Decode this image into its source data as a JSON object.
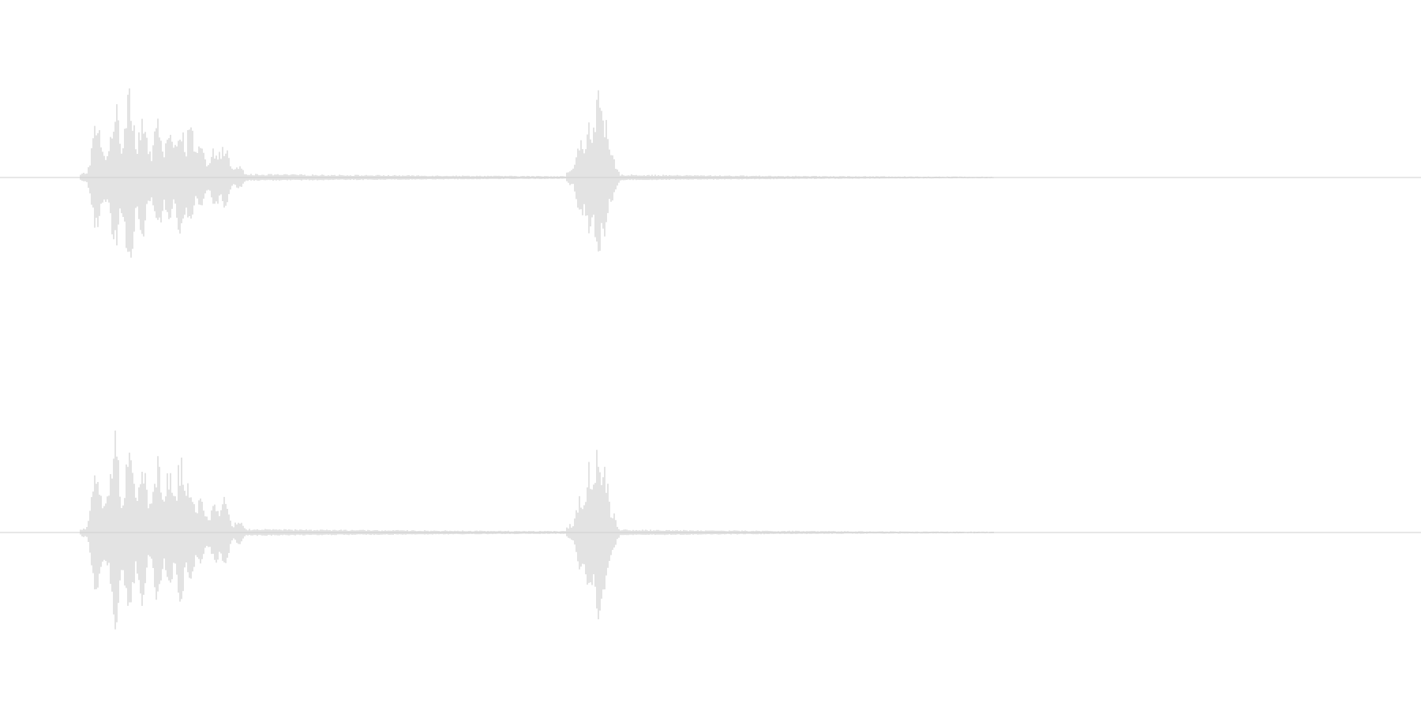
{
  "waveform": {
    "colors": {
      "background": "#ffffff",
      "waveform": "#d0d0d0",
      "baseline": "#cfcfcf"
    },
    "channels": [
      {
        "id": "channel-1",
        "bursts": [
          {
            "peaks": [
              {
                "t": 0.06,
                "a": 0.05
              },
              {
                "t": 0.068,
                "a": 0.55
              },
              {
                "t": 0.081,
                "a": 0.72
              },
              {
                "t": 0.091,
                "a": 0.98
              },
              {
                "t": 0.1,
                "a": 0.62
              },
              {
                "t": 0.111,
                "a": 0.59
              },
              {
                "t": 0.119,
                "a": 0.47
              },
              {
                "t": 0.127,
                "a": 0.58
              },
              {
                "t": 0.134,
                "a": 0.5
              },
              {
                "t": 0.141,
                "a": 0.33
              },
              {
                "t": 0.152,
                "a": 0.32
              },
              {
                "t": 0.158,
                "a": 0.31
              },
              {
                "t": 0.168,
                "a": 0.12
              }
            ]
          },
          {
            "peaks": [
              {
                "t": 0.402,
                "a": 0.08
              },
              {
                "t": 0.409,
                "a": 0.4
              },
              {
                "t": 0.415,
                "a": 0.61
              },
              {
                "t": 0.421,
                "a": 0.79
              },
              {
                "t": 0.425,
                "a": 0.6
              },
              {
                "t": 0.43,
                "a": 0.24
              }
            ]
          }
        ]
      },
      {
        "id": "channel-2",
        "bursts": [
          {
            "peaks": [
              {
                "t": 0.06,
                "a": 0.05
              },
              {
                "t": 0.068,
                "a": 0.62
              },
              {
                "t": 0.081,
                "a": 0.96
              },
              {
                "t": 0.091,
                "a": 0.9
              },
              {
                "t": 0.1,
                "a": 0.73
              },
              {
                "t": 0.111,
                "a": 0.71
              },
              {
                "t": 0.119,
                "a": 0.6
              },
              {
                "t": 0.127,
                "a": 0.7
              },
              {
                "t": 0.134,
                "a": 0.54
              },
              {
                "t": 0.141,
                "a": 0.35
              },
              {
                "t": 0.152,
                "a": 0.34
              },
              {
                "t": 0.158,
                "a": 0.33
              },
              {
                "t": 0.168,
                "a": 0.12
              }
            ]
          },
          {
            "peaks": [
              {
                "t": 0.402,
                "a": 0.08
              },
              {
                "t": 0.409,
                "a": 0.4
              },
              {
                "t": 0.415,
                "a": 0.66
              },
              {
                "t": 0.421,
                "a": 0.89
              },
              {
                "t": 0.425,
                "a": 0.68
              },
              {
                "t": 0.43,
                "a": 0.24
              }
            ]
          }
        ]
      }
    ]
  }
}
